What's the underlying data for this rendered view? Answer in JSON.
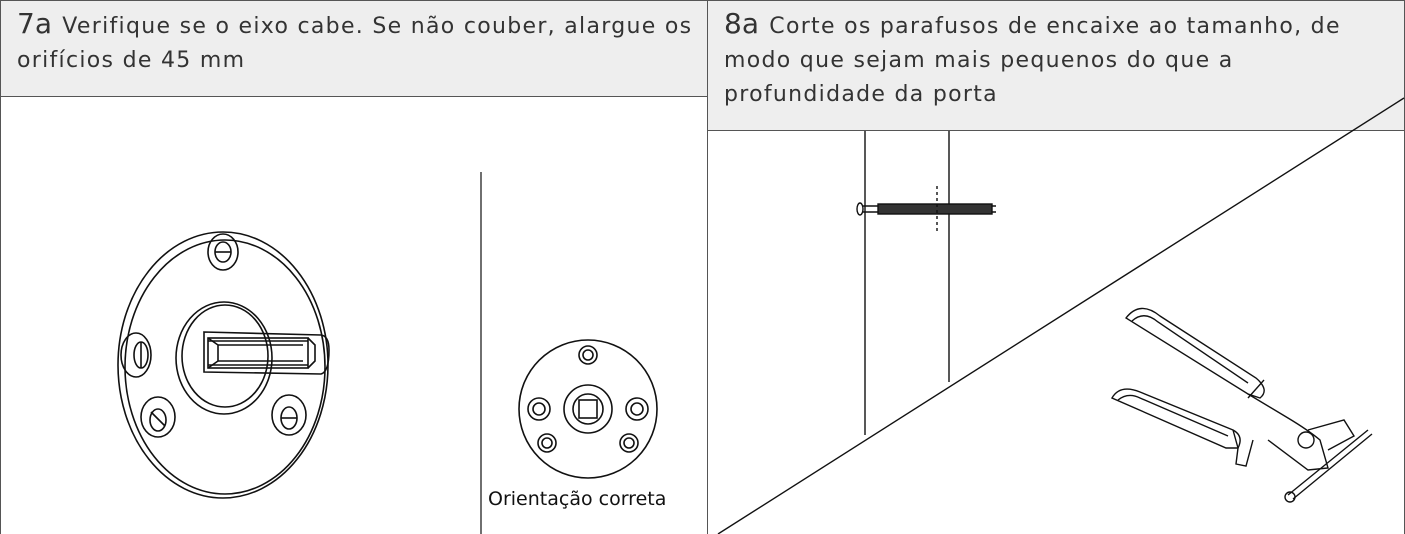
{
  "step7": {
    "number": "7a",
    "text": "Verifique se o eixo cabe. Se não couber, alargue os orifícios de 45 mm",
    "caption": "Orientação correta"
  },
  "step8": {
    "number": "8a",
    "text": "Corte os parafusos de encaixe ao tamanho, de modo que sejam mais pequenos do que a profundidade da porta"
  }
}
